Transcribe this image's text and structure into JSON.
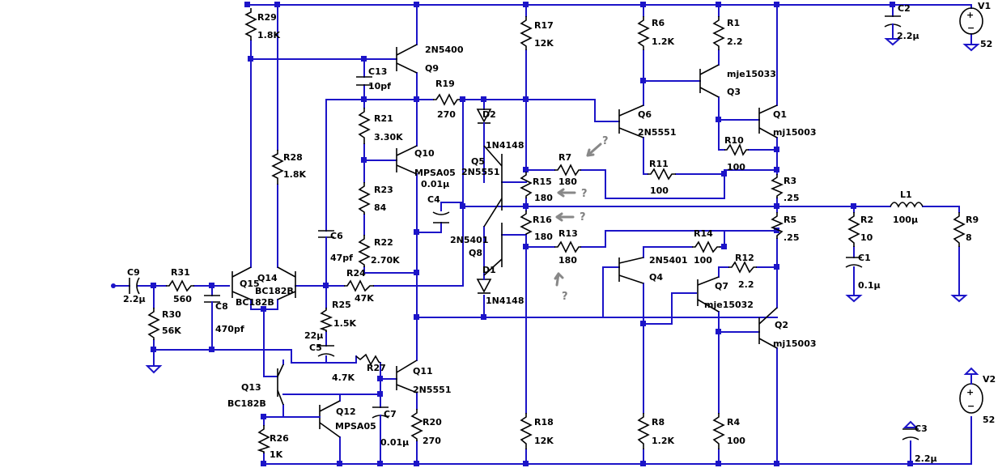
{
  "components": [
    {
      "id": "R29",
      "value": "1.8K"
    },
    {
      "id": "R28",
      "value": "1.8K"
    },
    {
      "id": "C13",
      "value": "10pf"
    },
    {
      "id": "Q9",
      "value": "2N5400"
    },
    {
      "id": "R19",
      "value": "270"
    },
    {
      "id": "R21",
      "value": "3.30K"
    },
    {
      "id": "Q10",
      "value": "MPSA05"
    },
    {
      "id": "R23",
      "value": "84"
    },
    {
      "id": "C4",
      "value": "0.01µ"
    },
    {
      "id": "R22",
      "value": "2.70K"
    },
    {
      "id": "C6",
      "value": "47pf"
    },
    {
      "id": "R24",
      "value": "47K"
    },
    {
      "id": "R25",
      "value": "1.5K"
    },
    {
      "id": "C5",
      "value": "22µ"
    },
    {
      "id": "R27",
      "value": "4.7K"
    },
    {
      "id": "Q11",
      "value": "2N5551"
    },
    {
      "id": "C7",
      "value": "0.01µ"
    },
    {
      "id": "R20",
      "value": "270"
    },
    {
      "id": "Q12",
      "value": "MPSA05"
    },
    {
      "id": "Q13",
      "value": "BC182B"
    },
    {
      "id": "R26",
      "value": "1K"
    },
    {
      "id": "Q14",
      "value": "BC182B"
    },
    {
      "id": "Q15",
      "value": "BC182B"
    },
    {
      "id": "C9",
      "value": "2.2µ"
    },
    {
      "id": "R31",
      "value": "560"
    },
    {
      "id": "C8",
      "value": "470pf"
    },
    {
      "id": "R30",
      "value": "56K"
    },
    {
      "id": "D2",
      "value": "1N4148"
    },
    {
      "id": "D1",
      "value": "1N4148"
    },
    {
      "id": "Q5",
      "value": "2N5551"
    },
    {
      "id": "Q8",
      "value": "2N5401"
    },
    {
      "id": "R17",
      "value": "12K"
    },
    {
      "id": "R15",
      "value": "180"
    },
    {
      "id": "R16",
      "value": "180"
    },
    {
      "id": "R18",
      "value": "12K"
    },
    {
      "id": "R7",
      "value": "180"
    },
    {
      "id": "R13",
      "value": "180"
    },
    {
      "id": "R6",
      "value": "1.2K"
    },
    {
      "id": "Q6",
      "value": "2N5551"
    },
    {
      "id": "R11",
      "value": "100"
    },
    {
      "id": "R1",
      "value": "2.2"
    },
    {
      "id": "Q3",
      "value": "mje15033"
    },
    {
      "id": "R10",
      "value": "100"
    },
    {
      "id": "Q1",
      "value": "mj15003"
    },
    {
      "id": "R3",
      "value": ".25"
    },
    {
      "id": "R5",
      "value": ".25"
    },
    {
      "id": "R14",
      "value": "100"
    },
    {
      "id": "R12",
      "value": "2.2"
    },
    {
      "id": "Q4",
      "value": "2N5401"
    },
    {
      "id": "Q7",
      "value": "mje15032"
    },
    {
      "id": "Q2",
      "value": "mj15003"
    },
    {
      "id": "R8",
      "value": "1.2K"
    },
    {
      "id": "R4",
      "value": "100"
    },
    {
      "id": "C2",
      "value": "2.2µ"
    },
    {
      "id": "V1",
      "value": "52"
    },
    {
      "id": "C3",
      "value": "2.2µ"
    },
    {
      "id": "V2",
      "value": "52"
    },
    {
      "id": "R2",
      "value": "10"
    },
    {
      "id": "C1",
      "value": "0.1µ"
    },
    {
      "id": "L1",
      "value": "100µ"
    },
    {
      "id": "R9",
      "value": "8"
    }
  ],
  "annotations": {
    "question_mark": "?"
  },
  "colors": {
    "wire": "#1c14c8",
    "part": "#000000",
    "annotation": "#808080",
    "background": "#ffffff"
  }
}
